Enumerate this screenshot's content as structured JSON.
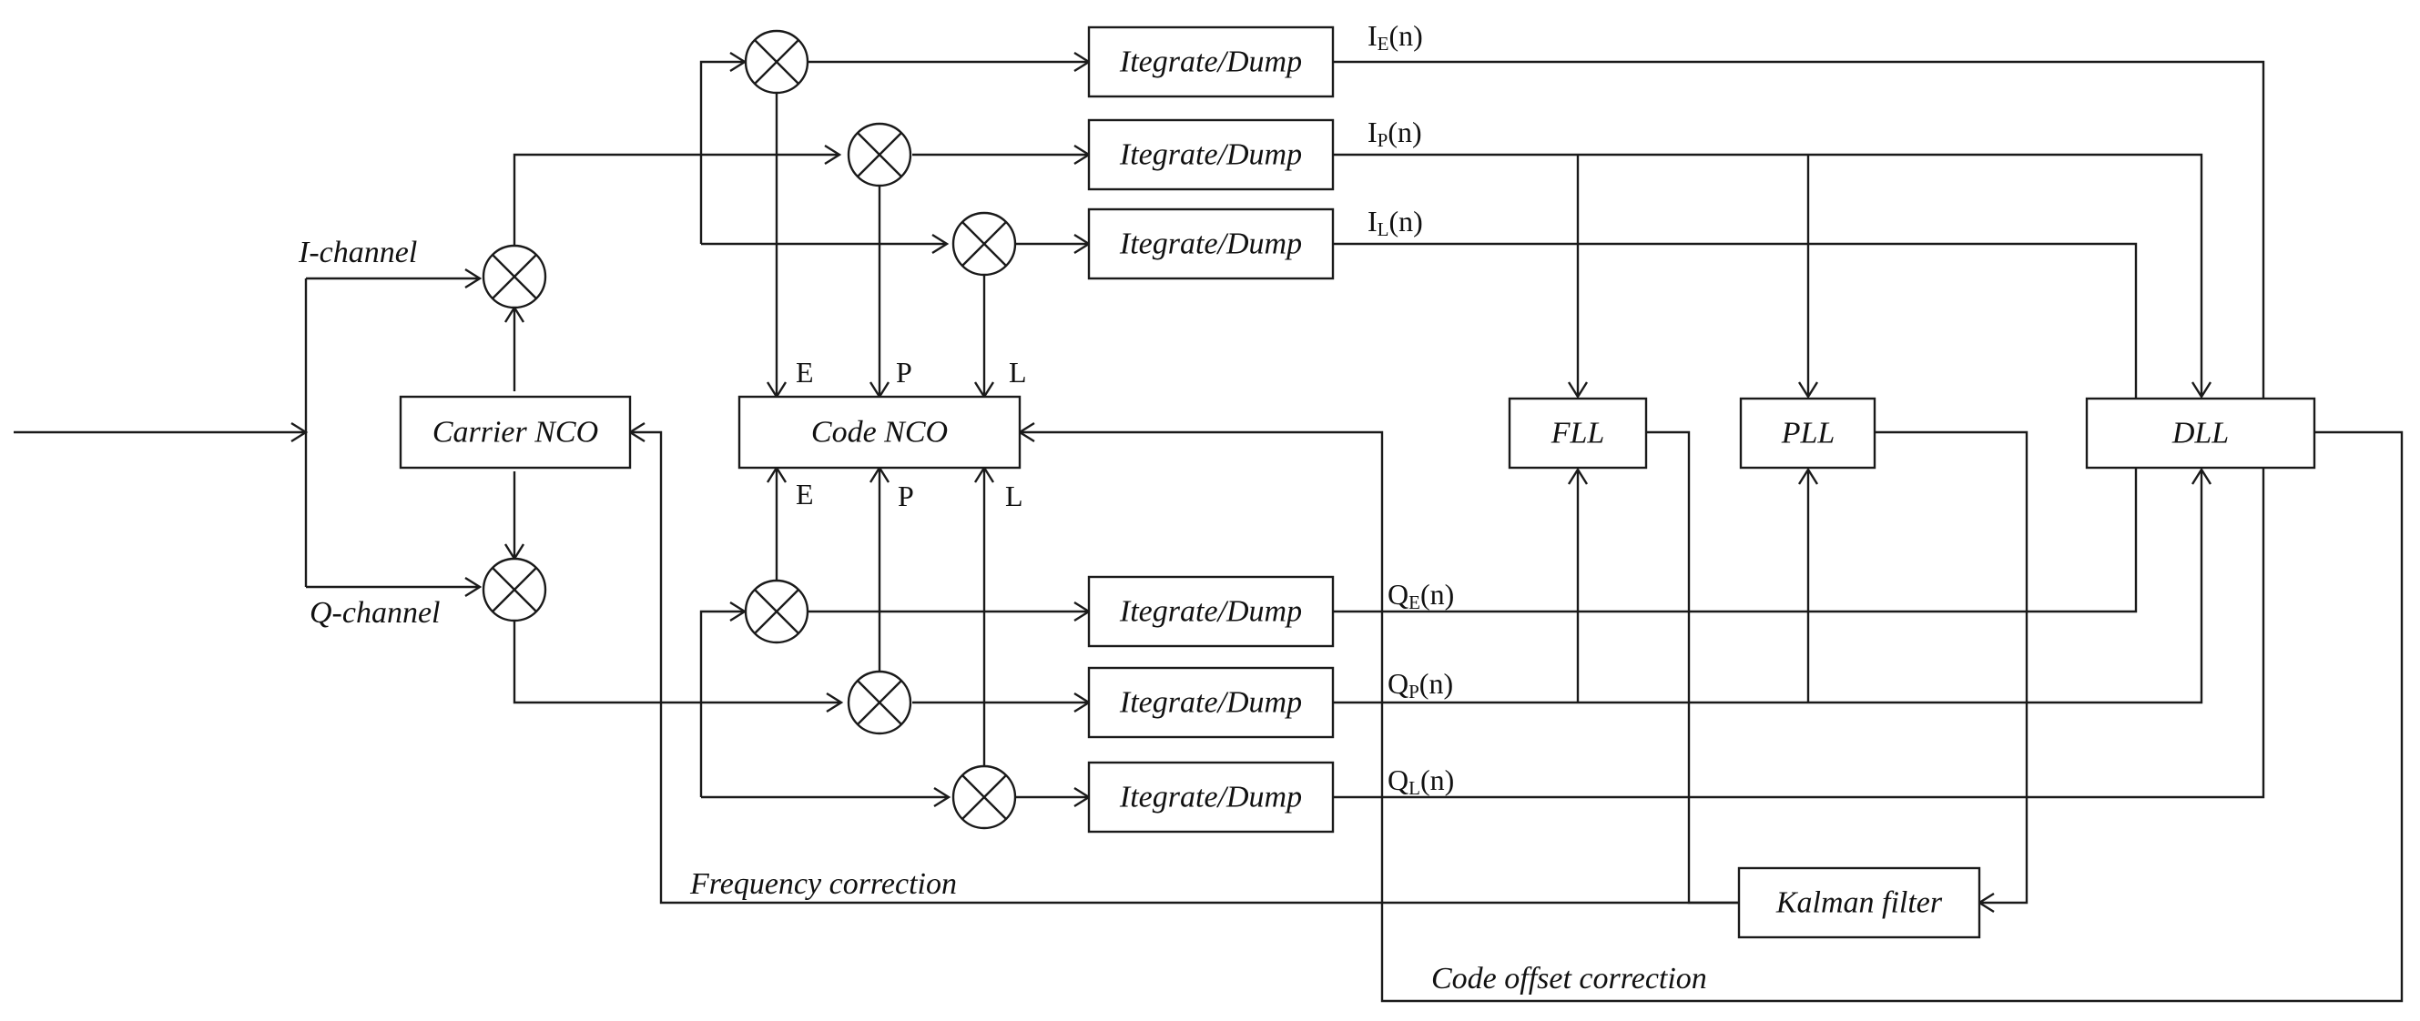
{
  "blocks": {
    "carrier_nco": "Carrier NCO",
    "code_nco": "Code NCO",
    "integrate_dump": "Itegrate/Dump",
    "fll": "FLL",
    "pll": "PLL",
    "dll": "DLL",
    "kalman": "Kalman filter"
  },
  "channels": {
    "i_channel": "I-channel",
    "q_channel": "Q-channel"
  },
  "code_taps": {
    "early": "E",
    "prompt": "P",
    "late": "L"
  },
  "outputs": {
    "ie": {
      "base": "I",
      "sub": "E",
      "suffix": "(n)"
    },
    "ip": {
      "base": "I",
      "sub": "P",
      "suffix": "(n)"
    },
    "il": {
      "base": "I",
      "sub": "L",
      "suffix": "(n)"
    },
    "qe": {
      "base": "Q",
      "sub": "E",
      "suffix": "(n)"
    },
    "qp": {
      "base": "Q",
      "sub": "P",
      "suffix": "(n)"
    },
    "ql": {
      "base": "Q",
      "sub": "L",
      "suffix": "(n)"
    }
  },
  "feedback": {
    "frequency_correction": "Frequency correction",
    "code_offset_correction": "Code offset correction"
  }
}
